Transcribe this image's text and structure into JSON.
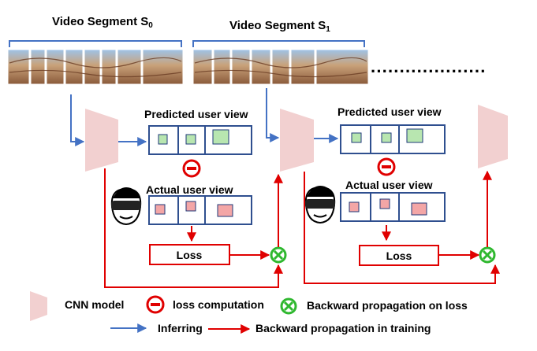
{
  "segments": [
    {
      "title": "Video Segment S",
      "subscript": "0"
    },
    {
      "title": "Video Segment S",
      "subscript": "1"
    }
  ],
  "panels": [
    {
      "predicted_label": "Predicted user view",
      "actual_label": "Actual user view",
      "loss_label": "Loss"
    },
    {
      "predicted_label": "Predicted user view",
      "actual_label": "Actual user view",
      "loss_label": "Loss"
    }
  ],
  "continuation": "····················",
  "legend": {
    "cnn_model": "CNN model",
    "loss_computation": "loss computation",
    "backward_on_loss": "Backward propagation on loss",
    "inferring": "Inferring",
    "backward_training": "Backward propagation in training"
  },
  "colors": {
    "infer_arrow": "#4472c4",
    "backward_arrow": "#e00000",
    "cnn_fill": "#f2d0d0",
    "box_border": "#2f4f8f",
    "predicted_patch": "#b8e6b0",
    "predicted_patch_border": "#1f3a7a",
    "actual_patch": "#f4a6a6",
    "loss_border": "#e00000",
    "minus_color": "#e00000",
    "x_circle": "#2fb82f"
  },
  "icons": [
    "cnn-model-trapezoid",
    "minus-circle-icon",
    "x-circle-icon",
    "vr-headset-user-icon",
    "film-strip-icon"
  ]
}
